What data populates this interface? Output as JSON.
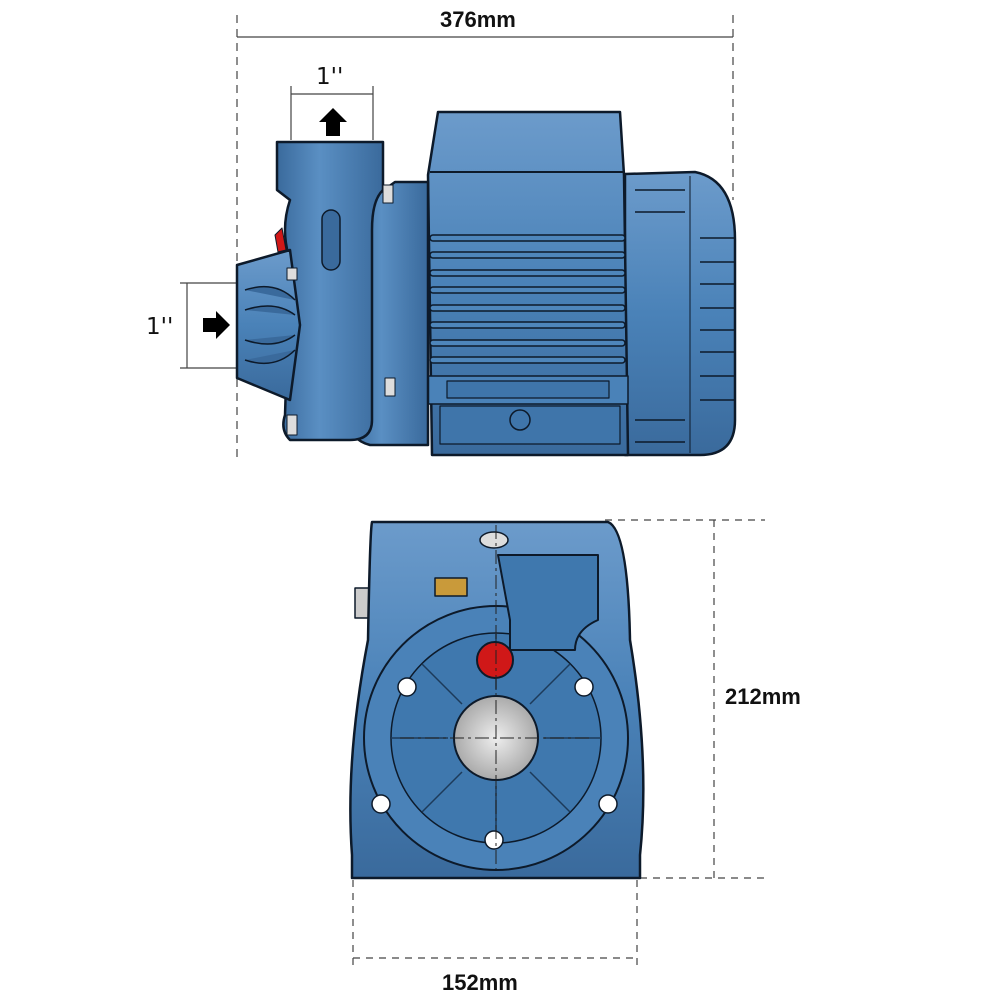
{
  "dimensions": {
    "overall_length": "376mm",
    "outlet_size": "1''",
    "inlet_size": "1''",
    "height": "212mm",
    "width": "152mm"
  },
  "colors": {
    "body": "#4a82b8",
    "body_dark": "#3a6a9c",
    "body_light": "#78a6d4",
    "outline": "#0d1a2a",
    "red_plug": "#d01818",
    "brass": "#c99a3a"
  }
}
